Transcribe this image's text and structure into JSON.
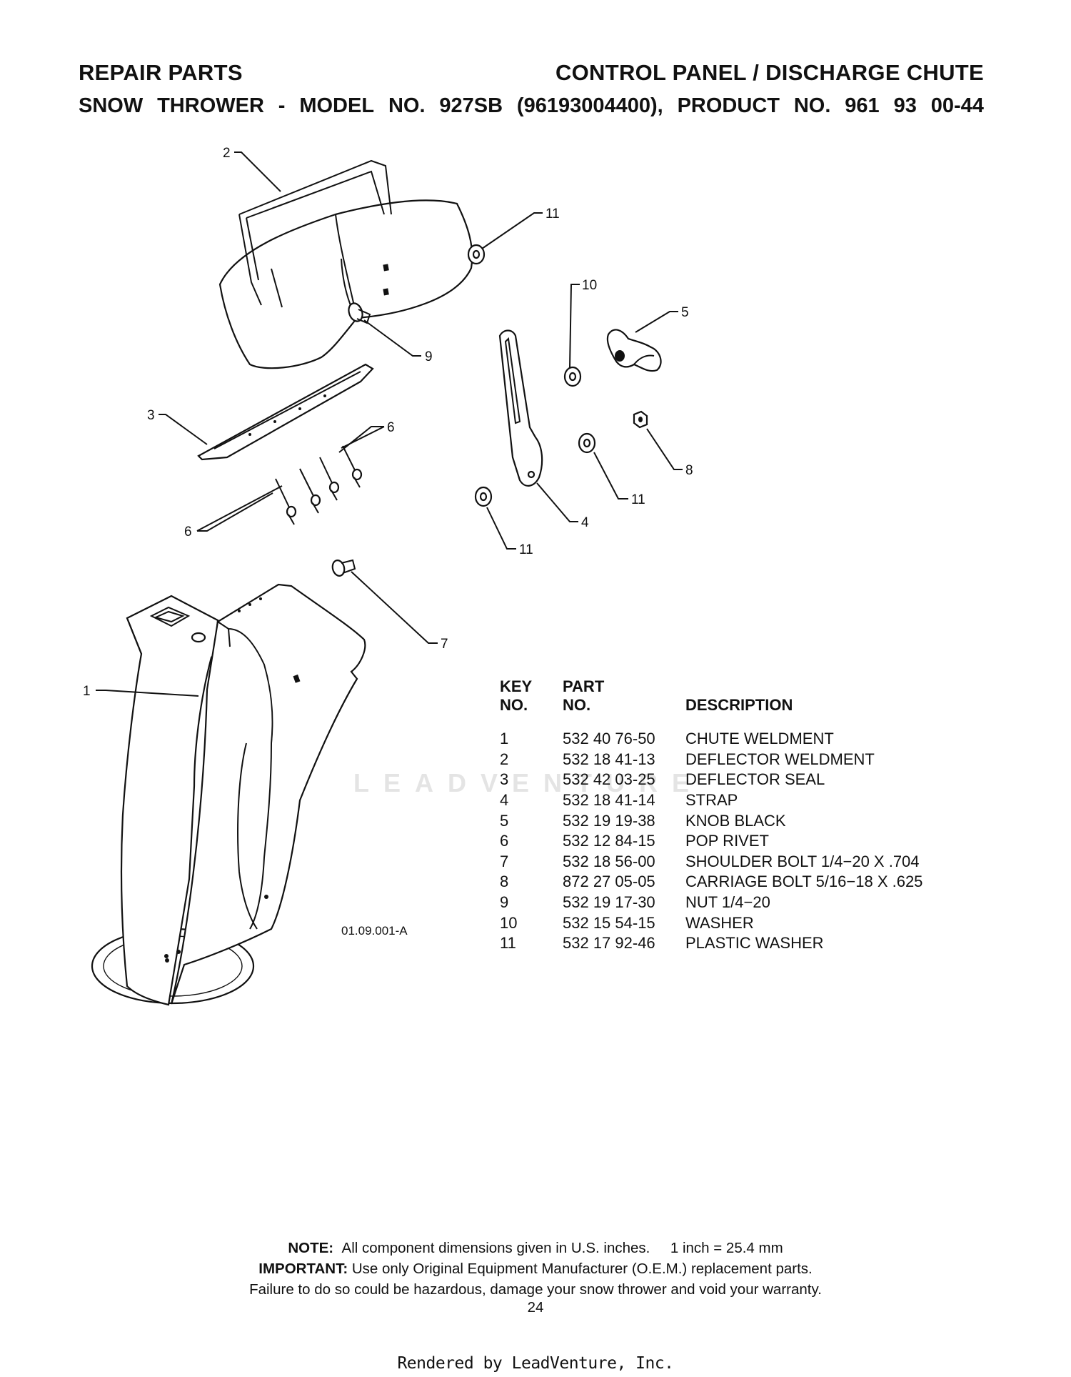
{
  "header": {
    "left": "REPAIR PARTS",
    "right": "CONTROL PANEL / DISCHARGE CHUTE",
    "subtitle": [
      "SNOW",
      "THROWER",
      "-",
      "MODEL",
      "NO.",
      "927SB",
      "(96193004400),",
      "PRODUCT",
      "NO.",
      "961",
      "93",
      "00-44"
    ]
  },
  "diagram": {
    "callouts": [
      "1",
      "2",
      "3",
      "4",
      "5",
      "6",
      "6",
      "7",
      "8",
      "9",
      "10",
      "11",
      "11",
      "11"
    ],
    "drawing_code": "01.09.001-A"
  },
  "watermark": "LEADVENTURE",
  "table": {
    "headers": {
      "key": [
        "KEY",
        "NO."
      ],
      "part": [
        "PART",
        "NO."
      ],
      "description": "DESCRIPTION"
    },
    "rows": [
      {
        "key": "1",
        "part": "532 40 76-50",
        "description": "CHUTE WELDMENT"
      },
      {
        "key": "2",
        "part": "532 18 41-13",
        "description": "DEFLECTOR WELDMENT"
      },
      {
        "key": "3",
        "part": "532 42 03-25",
        "description": "DEFLECTOR SEAL"
      },
      {
        "key": "4",
        "part": "532 18 41-14",
        "description": "STRAP"
      },
      {
        "key": "5",
        "part": "532 19 19-38",
        "description": "KNOB BLACK"
      },
      {
        "key": "6",
        "part": "532 12 84-15",
        "description": "POP RIVET"
      },
      {
        "key": "7",
        "part": "532 18 56-00",
        "description": "SHOULDER BOLT 1/4−20 X .704"
      },
      {
        "key": "8",
        "part": "872 27 05-05",
        "description": "CARRIAGE BOLT 5/16−18 X .625"
      },
      {
        "key": "9",
        "part": "532 19 17-30",
        "description": "NUT 1/4−20"
      },
      {
        "key": "10",
        "part": "532 15 54-15",
        "description": "WASHER"
      },
      {
        "key": "11",
        "part": "532 17 92-46",
        "description": "PLASTIC WASHER"
      }
    ]
  },
  "notes": {
    "note_label": "NOTE:",
    "note_text": "All component dimensions given in U.S. inches.     1 inch = 25.4 mm",
    "important_label": "IMPORTANT:",
    "important_text": "Use only Original Equipment Manufacturer (O.E.M.) replacement parts.",
    "warning": "Failure to do so could be hazardous, damage your snow thrower and void your warranty."
  },
  "page_number": "24",
  "footer": "Rendered by LeadVenture, Inc."
}
